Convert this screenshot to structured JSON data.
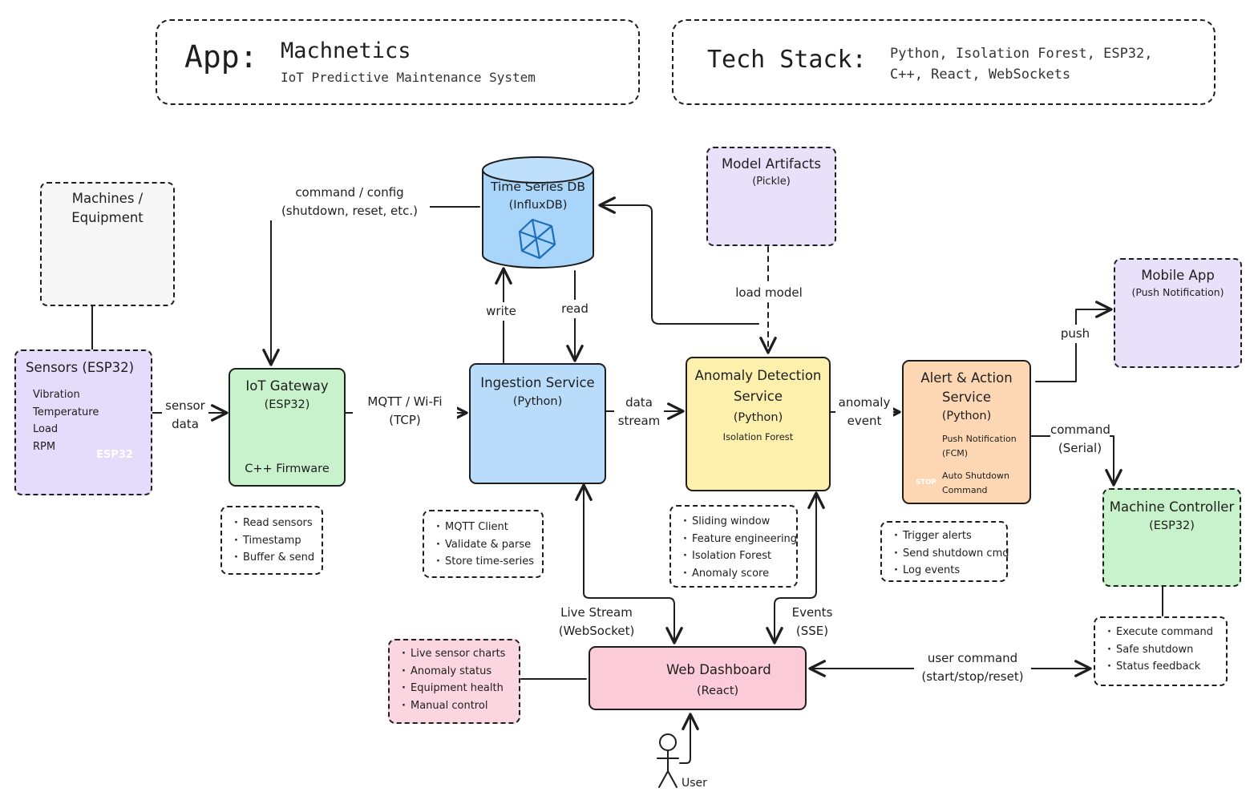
{
  "header": {
    "app_label": "App:",
    "app_name": "Machnetics",
    "app_subtitle": "IoT Predictive Maintenance System",
    "stack_label": "Tech Stack:",
    "stack_line1": "Python, Isolation Forest, ESP32,",
    "stack_line2": "C++, React, WebSockets"
  },
  "nodes": {
    "machines": {
      "line1": "Machines /",
      "line2": "Equipment"
    },
    "sensors": {
      "title": "Sensors (ESP32)",
      "items": [
        "Vibration",
        "Temperature",
        "Load",
        "RPM"
      ],
      "chip": "ESP32"
    },
    "gateway": {
      "title": "IoT Gateway",
      "sub": "(ESP32)",
      "footer": "C++ Firmware"
    },
    "tsdb": {
      "title": "Time Series DB",
      "sub": "(InfluxDB)"
    },
    "ingestion": {
      "title": "Ingestion Service",
      "sub": "(Python)"
    },
    "artifacts": {
      "title": "Model Artifacts",
      "sub": "(Pickle)"
    },
    "anomaly": {
      "title1": "Anomaly Detection",
      "title2": "Service",
      "sub": "(Python)",
      "detail": "Isolation Forest"
    },
    "alert": {
      "title1": "Alert & Action",
      "title2": "Service",
      "sub": "(Python)",
      "push1": "Push Notification",
      "push2": "(FCM)",
      "stop1": "Auto Shutdown",
      "stop2": "Command",
      "stop_sign": "STOP"
    },
    "mobile": {
      "title": "Mobile App",
      "sub": "(Push Notification)"
    },
    "controller": {
      "title": "Machine Controller",
      "sub": "(ESP32)"
    },
    "dashboard": {
      "title": "Web Dashboard",
      "sub": "(React)"
    },
    "user": {
      "label": "User"
    }
  },
  "notes": {
    "gateway": [
      "Read sensors",
      "Timestamp",
      "Buffer & send"
    ],
    "ingestion": [
      "MQTT Client",
      "Validate & parse",
      "Store time-series"
    ],
    "anomaly": [
      "Sliding window",
      "Feature engineering",
      "Isolation Forest",
      "Anomaly score"
    ],
    "alert": [
      "Trigger alerts",
      "Send shutdown cmd",
      "Log events"
    ],
    "controller": [
      "Execute command",
      "Safe shutdown",
      "Status feedback"
    ],
    "dashboard": [
      "Live sensor charts",
      "Anomaly status",
      "Equipment health",
      "Manual control"
    ]
  },
  "edges": {
    "sensor_data": [
      "sensor",
      "data"
    ],
    "mqtt": [
      "MQTT / Wi-Fi",
      "(TCP)"
    ],
    "command_config": [
      "command / config",
      "(shutdown, reset, etc.)"
    ],
    "write": "write",
    "read": "read",
    "data_stream": [
      "data",
      "stream"
    ],
    "load_model": "load model",
    "anomaly_event": [
      "anomaly",
      "event"
    ],
    "push": "push",
    "command_serial": [
      "command",
      "(Serial)"
    ],
    "live_stream": [
      "Live Stream",
      "(WebSocket)"
    ],
    "events_sse": [
      "Events",
      "(SSE)"
    ],
    "user_command": [
      "user command",
      "(start/stop/reset)"
    ]
  },
  "colors": {
    "sensors_fill": "#e5dbfa",
    "gateway_fill": "#c8f2cb",
    "tsdb_fill": "#a9d5fa",
    "ingestion_fill": "#b9dcfb",
    "artifacts_fill": "#e9e1fa",
    "anomaly_fill": "#fdefac",
    "alert_fill": "#fdd7b3",
    "mobile_fill": "#e9e1fa",
    "controller_fill": "#c8f2cb",
    "dashboard_fill": "#fbcbd9",
    "dashboard_note_fill": "#fbd6e0",
    "machines_fill": "#f7f7f7"
  }
}
